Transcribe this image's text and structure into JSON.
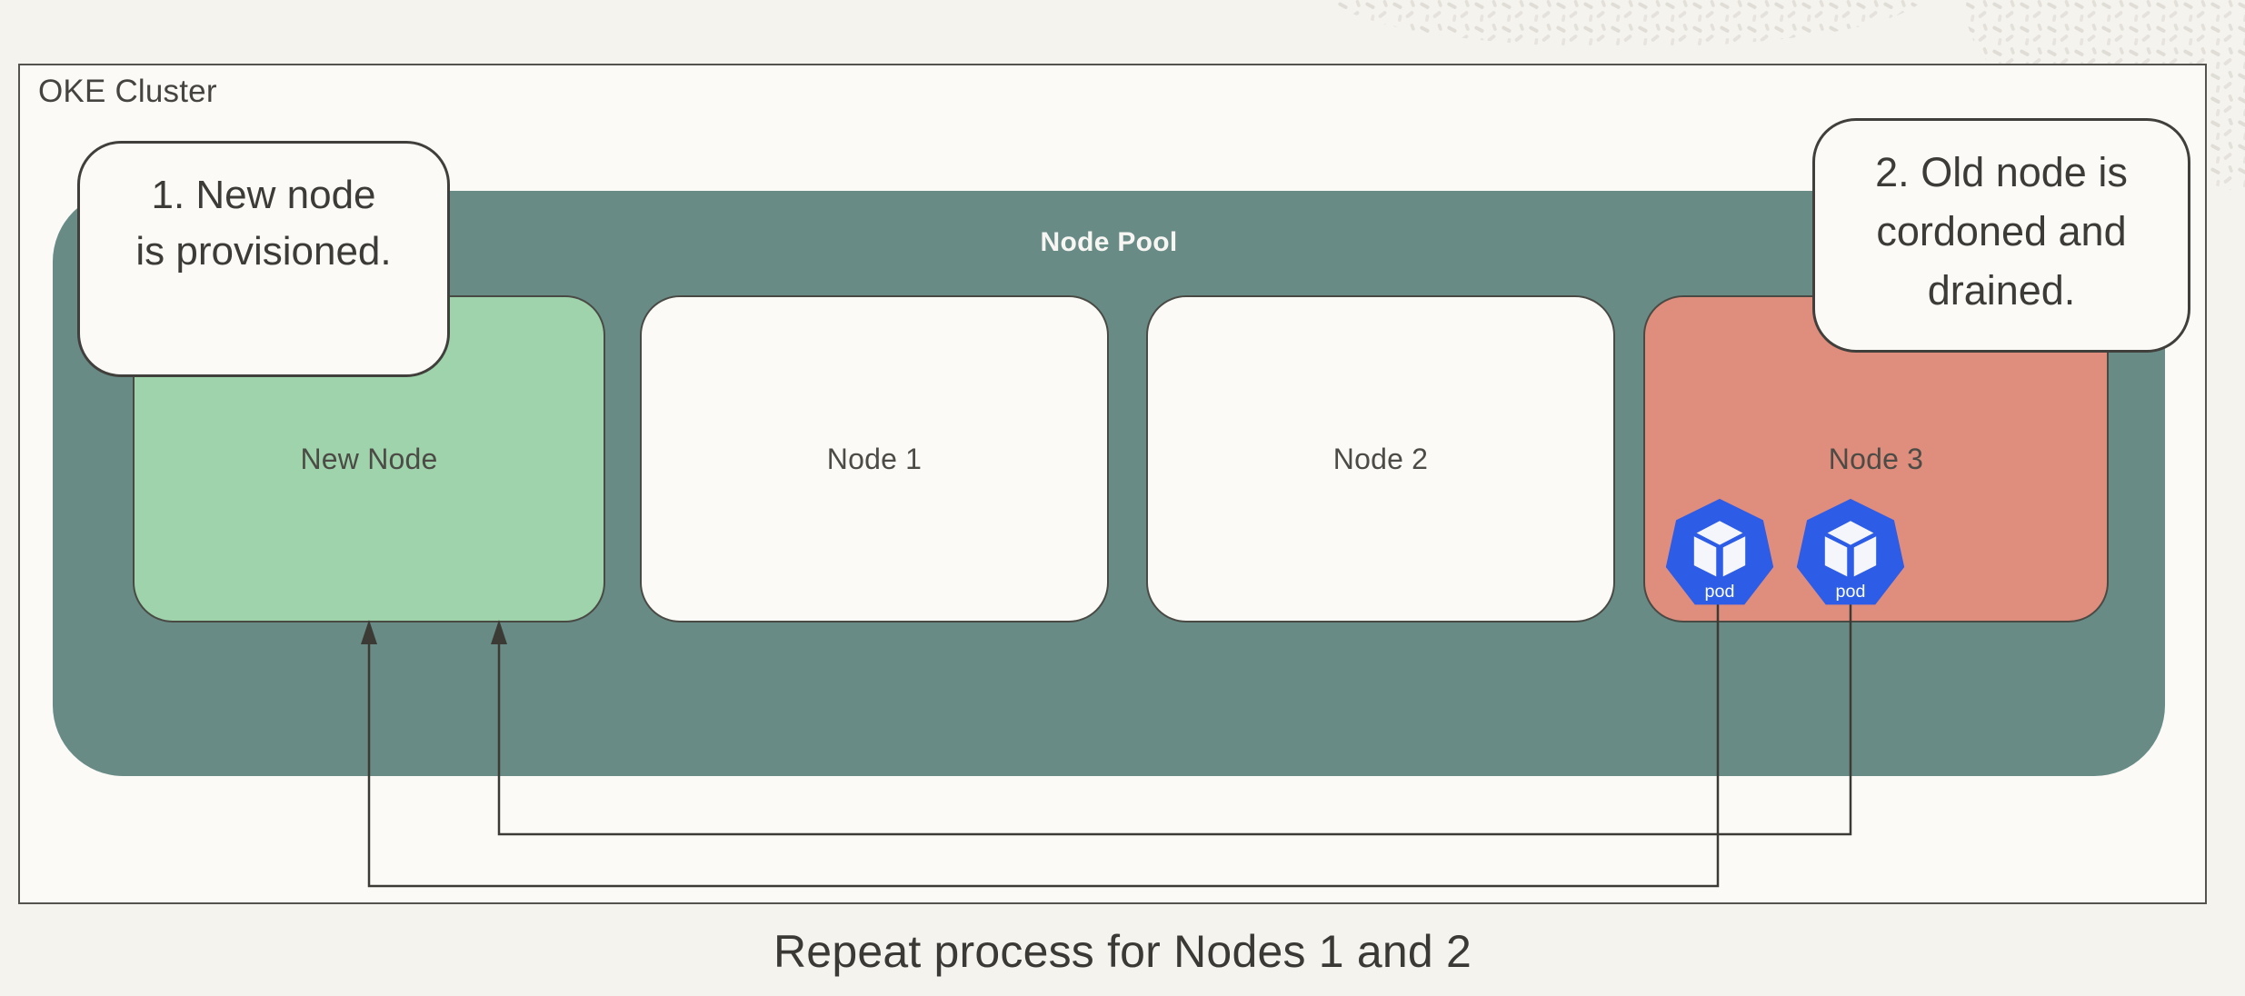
{
  "diagram": {
    "cluster": {
      "label": "OKE Cluster"
    },
    "node_pool": {
      "label": "Node Pool"
    },
    "nodes": [
      {
        "label": "New Node",
        "status": "new"
      },
      {
        "label": "Node 1",
        "status": "active"
      },
      {
        "label": "Node 2",
        "status": "active"
      },
      {
        "label": "Node 3",
        "status": "cordoned"
      }
    ],
    "pods": [
      {
        "label": "pod"
      },
      {
        "label": "pod"
      }
    ],
    "callouts": [
      {
        "text": "1. New node is provisioned.",
        "lines": [
          "1. New node",
          "is provisioned."
        ]
      },
      {
        "text": "2. Old node is cordoned and drained.",
        "lines": [
          "2. Old node is",
          "cordoned and",
          "drained."
        ]
      }
    ],
    "caption": "Repeat process for Nodes 1 and 2",
    "colors": {
      "background": "#f5f3ee",
      "panel": "#fbfaf7",
      "node_pool_teal": "#688b85",
      "new_node_green": "#9ed3ac",
      "old_node_salmon": "#df8d7c",
      "pod_blue": "#2d5ce6",
      "connector_line": "#3c3a35",
      "border_dark": "#4a4a45"
    }
  }
}
